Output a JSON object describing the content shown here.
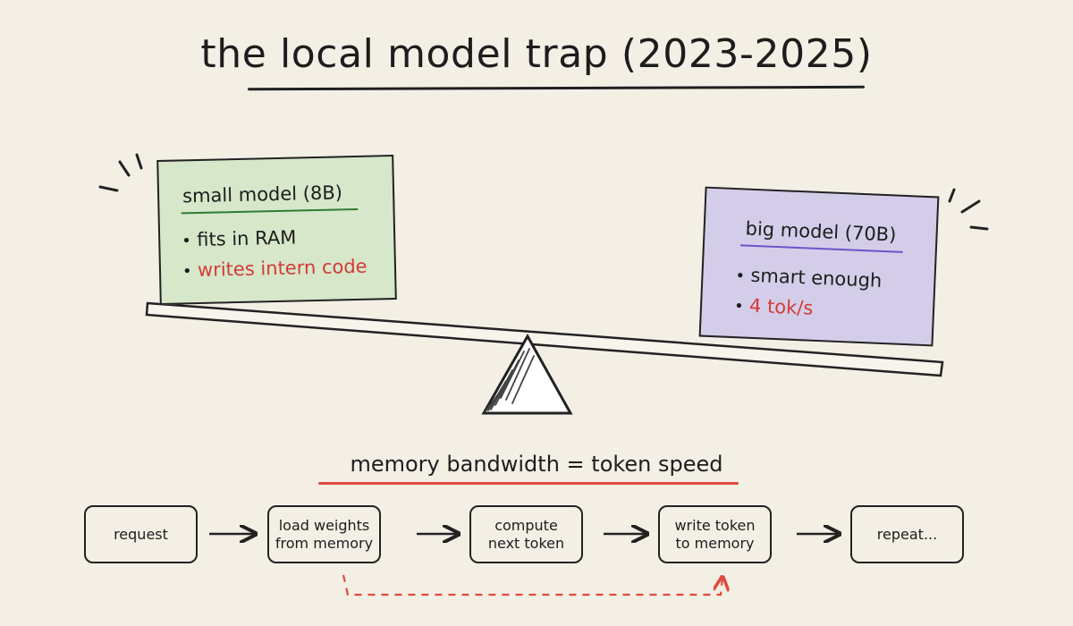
{
  "title": "the local model trap (2023-2025)",
  "cards": {
    "small": {
      "title": "small model (8B)",
      "bullets": [
        "fits in RAM",
        "writes intern code"
      ]
    },
    "big": {
      "title": "big model (70B)",
      "bullets": [
        "smart enough",
        "4 tok/s"
      ]
    }
  },
  "heading": "memory bandwidth = token speed",
  "steps": [
    "request",
    "load weights\nfrom memory",
    "compute\nnext token",
    "write token\nto memory",
    "repeat..."
  ],
  "colors": {
    "background": "#f3efe5",
    "small_card": "#d6e7ca",
    "big_card": "#d4cde9",
    "alert_text": "#d23b35",
    "underline_green": "#2e7d32",
    "underline_purple": "#6d52c9",
    "heading_underline": "#df4b3f",
    "feedback_arrow": "#df4b3f"
  }
}
